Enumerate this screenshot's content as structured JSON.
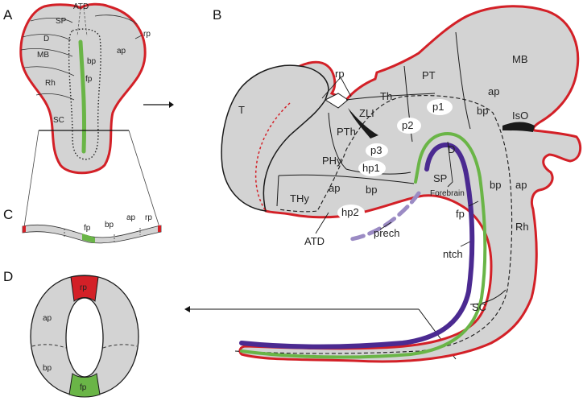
{
  "panels": {
    "a": "A",
    "b": "B",
    "c": "C",
    "d": "D"
  },
  "panel_a": {
    "atd": "ATD",
    "sp": "SP",
    "d": "D",
    "mb": "MB",
    "rh": "Rh",
    "sc": "SC",
    "ap": "ap",
    "bp": "bp",
    "fp": "fp",
    "rp": "rp"
  },
  "panel_b": {
    "t": "T",
    "rp": "rp",
    "pt": "PT",
    "mb": "MB",
    "th": "Th",
    "zli": "ZLI",
    "p1": "p1",
    "p2": "p2",
    "p3": "p3",
    "pth": "PTh",
    "phy": "PHy",
    "hp1": "hp1",
    "thy": "THy",
    "hp2": "hp2",
    "ap_left": "ap",
    "bp_left": "bp",
    "ap_upper": "ap",
    "bp_upper": "bp",
    "iso": "IsO",
    "d": "D",
    "sp": "SP",
    "forebrain": "Forebrain",
    "fp": "fp",
    "bp_right": "bp",
    "ap_right": "ap",
    "rh": "Rh",
    "atd": "ATD",
    "prech": "prech",
    "ntch": "ntch",
    "sc": "SC"
  },
  "panel_c": {
    "fp": "fp",
    "bp": "bp",
    "ap": "ap",
    "rp": "rp"
  },
  "panel_d": {
    "rp": "rp",
    "ap": "ap",
    "bp": "bp",
    "fp": "fp"
  },
  "colors": {
    "roof_plate": "#d32027",
    "floor_plate": "#6ab547",
    "notochord": "#4b2a91",
    "prechordal": "#9b8bc4",
    "tissue": "#d3d3d3"
  }
}
